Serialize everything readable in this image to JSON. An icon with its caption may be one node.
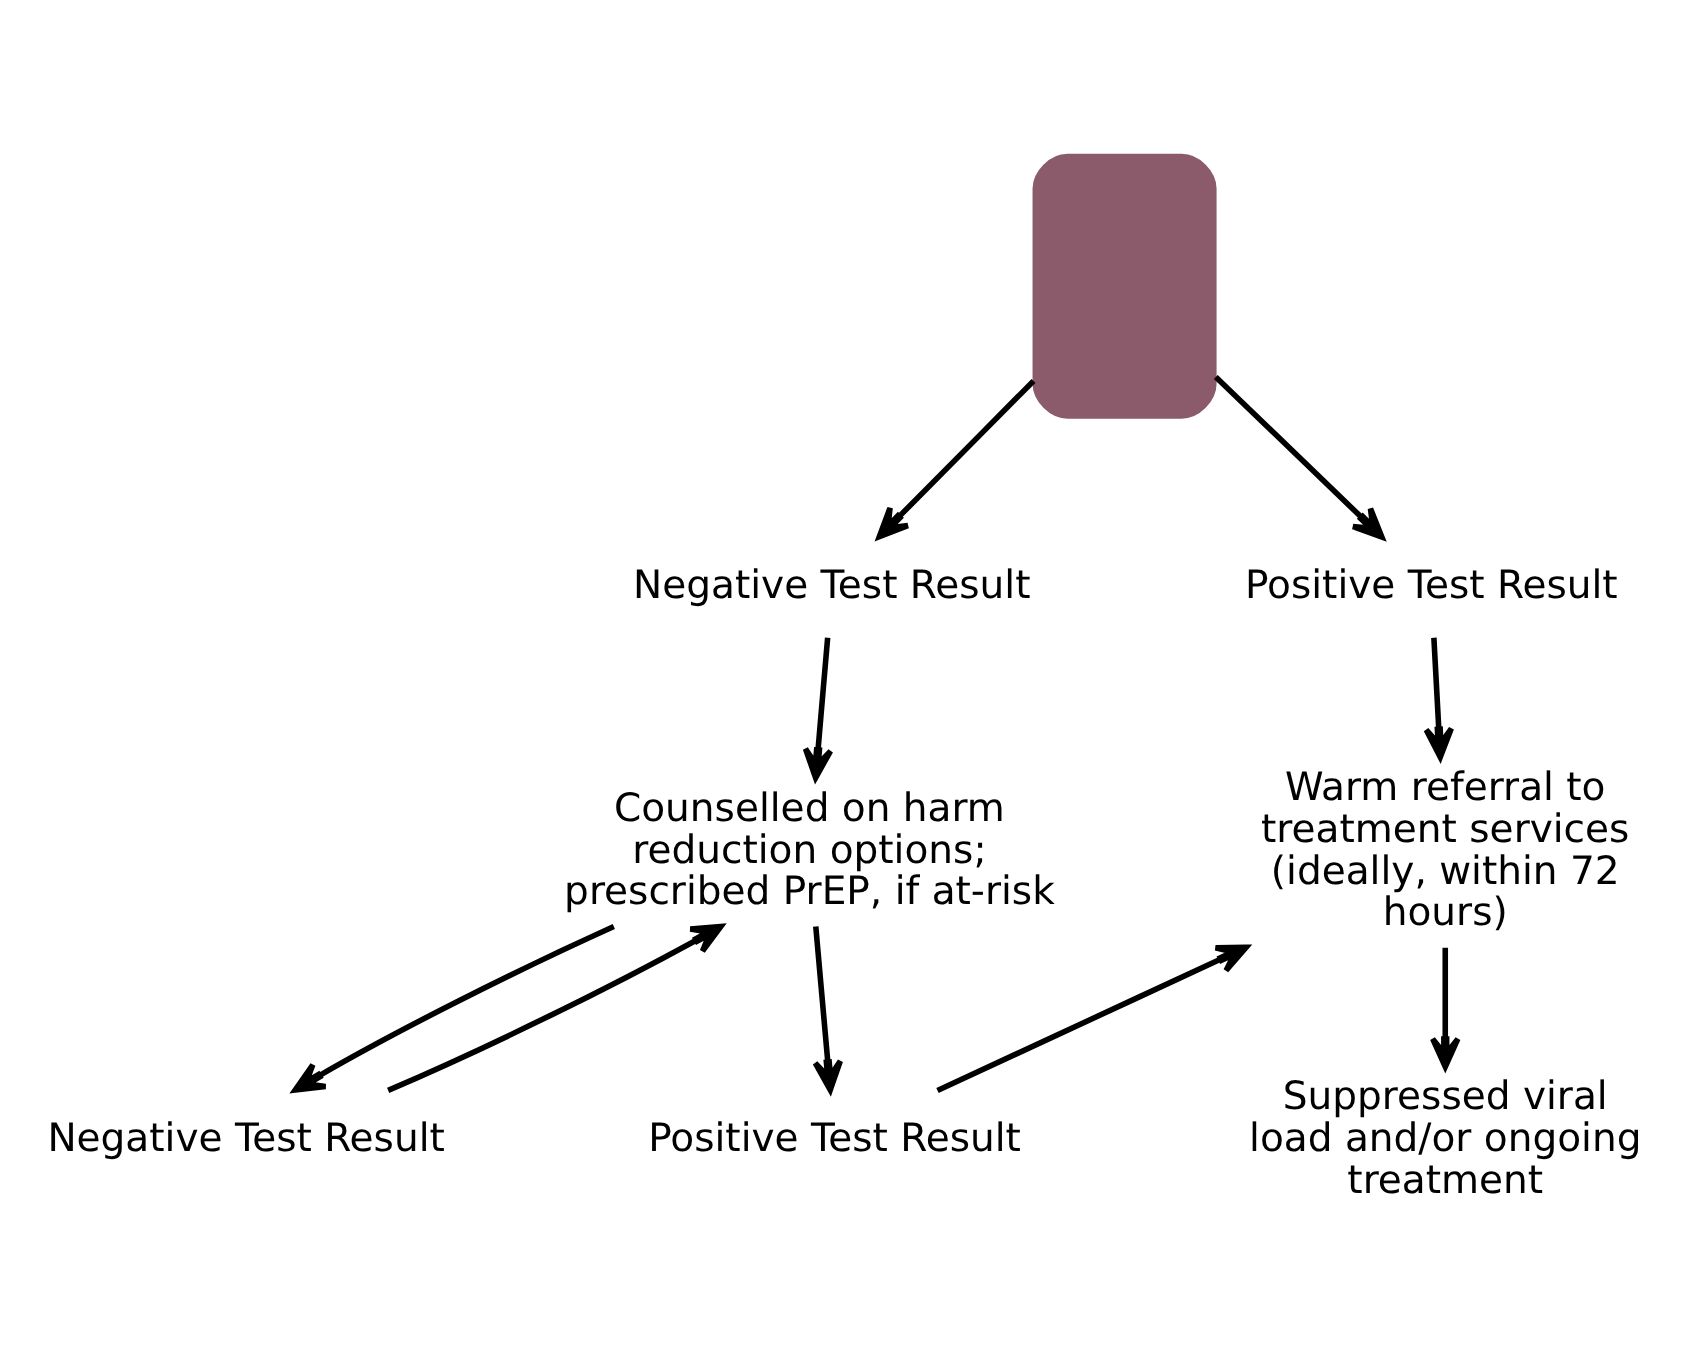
{
  "diagram": {
    "nodes": [
      {
        "text": [],
        "shape": "person"
      },
      {
        "text": [
          "Negative Test Result"
        ]
      },
      {
        "text": [
          "Positive Test Result"
        ]
      },
      {
        "text": [
          "Counselled on harm reduction options; prescribed PrEP, if at-risk"
        ]
      },
      {
        "text": [
          "Warm referral to treatment services (ideally, within 72 hours)"
        ]
      },
      {
        "text": [
          "Negative Test Result"
        ]
      },
      {
        "text": [
          "Positive Test Result"
        ]
      },
      {
        "text": [
          "Suppressed viral load and/or ongoing treatment"
        ]
      }
    ],
    "edges": [
      {
        "from": 0,
        "to": 1,
        "arrow": "to"
      },
      {
        "from": 0,
        "to": 2,
        "arrow": "to"
      },
      {
        "from": 1,
        "to": 3,
        "arrow": "to"
      },
      {
        "from": 2,
        "to": 4,
        "arrow": "to"
      },
      {
        "from": 3,
        "to": 5,
        "arrow": "to"
      },
      {
        "from": 3,
        "to": 6,
        "arrow": "to"
      },
      {
        "from": 5,
        "to": 3,
        "arrow": "to"
      },
      {
        "from": 6,
        "to": 4,
        "arrow": "to"
      },
      {
        "from": 4,
        "to": 7,
        "arrow": "to"
      }
    ]
  }
}
